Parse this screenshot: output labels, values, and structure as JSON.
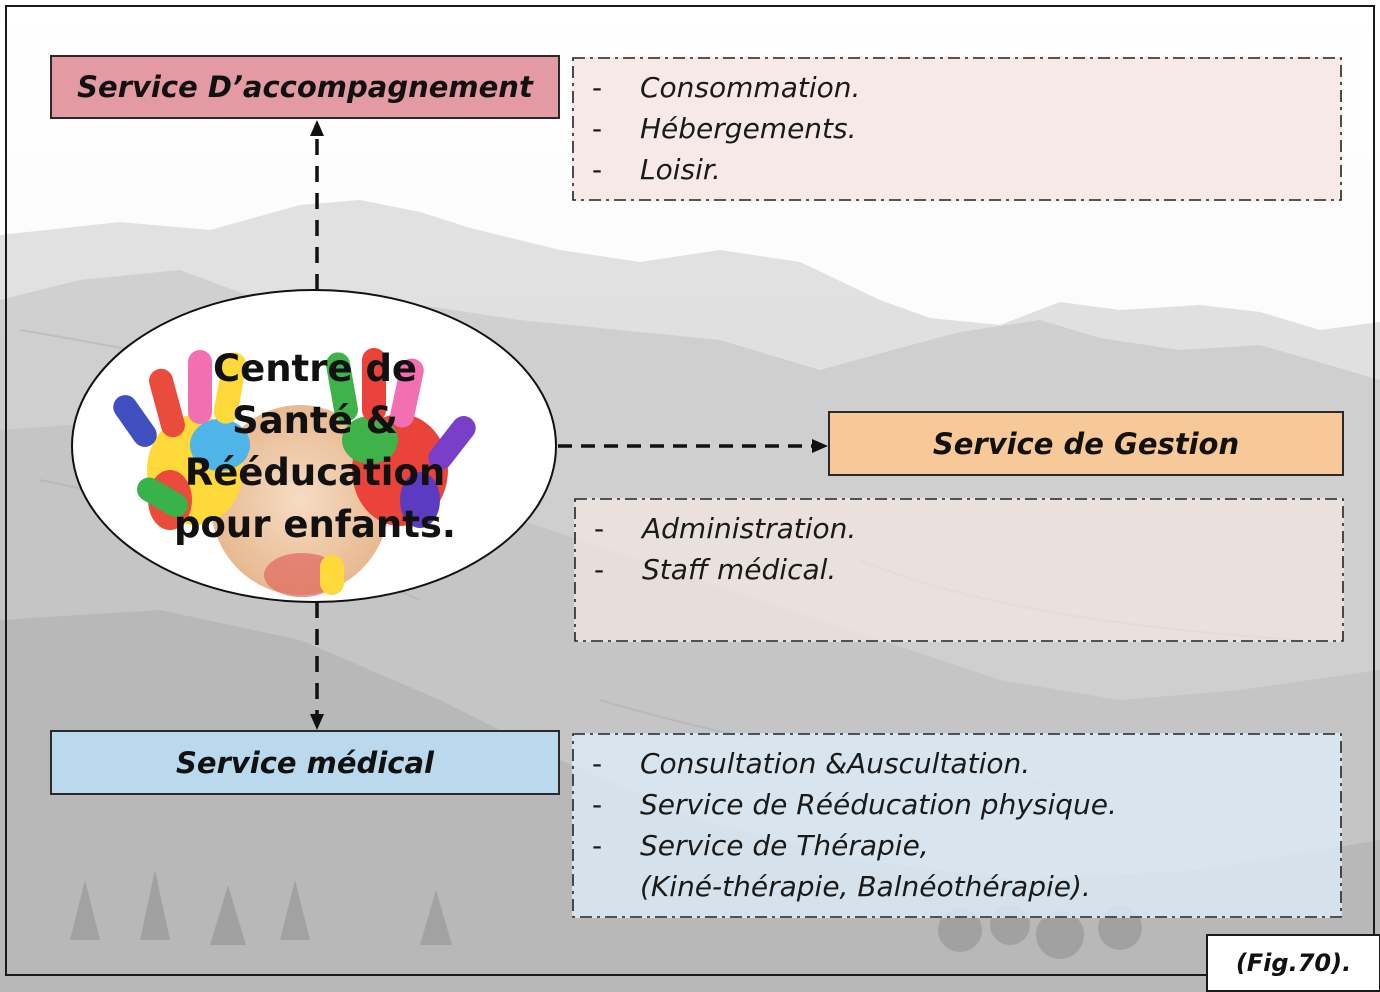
{
  "center": {
    "lines": [
      "Centre de",
      "Santé &",
      "Rééducation",
      "pour enfants."
    ]
  },
  "services": {
    "accompagnement": {
      "title": "Service D’accompagnement",
      "color": "#e39aa3",
      "items": [
        "Consommation.",
        "Hébergements.",
        "Loisir."
      ]
    },
    "gestion": {
      "title": "Service de Gestion",
      "color": "#f8c998",
      "items": [
        "Administration.",
        "Staff médical."
      ]
    },
    "medical": {
      "title": "Service médical",
      "color": "#bad9ec",
      "items": [
        "Consultation &Auscultation.",
        "Service de Rééducation physique.",
        "Service de Thérapie,",
        "(Kiné-thérapie, Balnéothérapie)."
      ],
      "bullets": [
        "-",
        "-",
        "-",
        ""
      ]
    }
  },
  "bullet": "-",
  "figure_label": "(Fig.70)."
}
